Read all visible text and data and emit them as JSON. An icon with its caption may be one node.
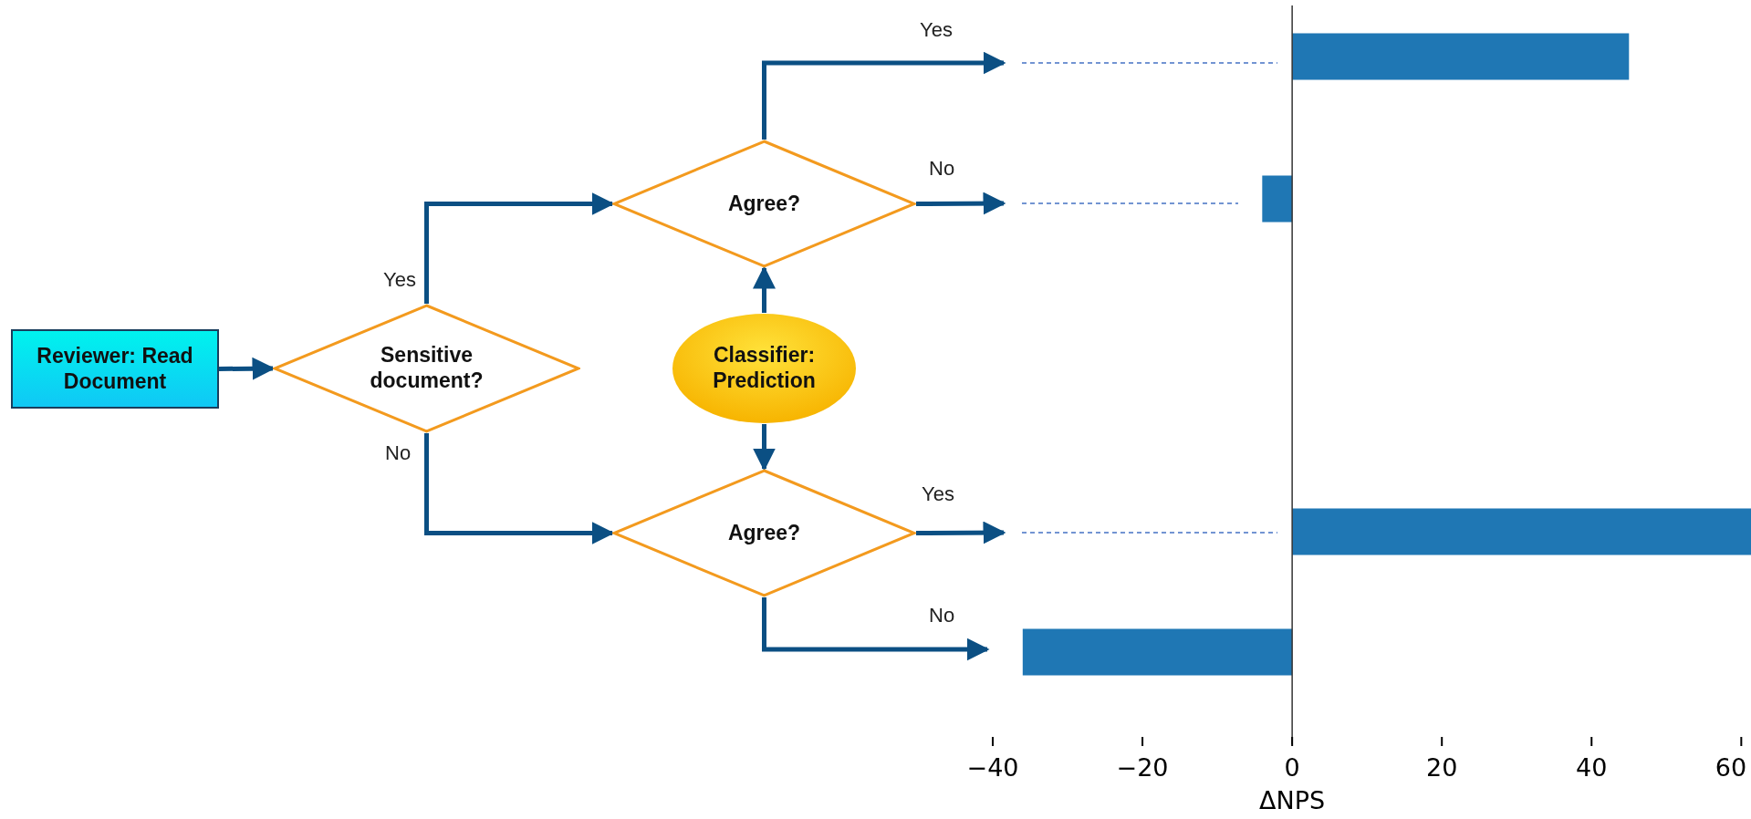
{
  "diagram": {
    "nodes": [
      {
        "text": [
          "Reviewer: Read Document"
        ]
      },
      {
        "text": [
          "Sensitive document?"
        ]
      },
      {
        "text": [
          "Agree?"
        ]
      },
      {
        "text": [
          "Classifier: Prediction"
        ]
      },
      {
        "text": [
          "Agree?"
        ]
      }
    ],
    "edges": [
      {
        "from": 0,
        "to": 1,
        "arrow": "to"
      },
      {
        "from": 1,
        "to": 2,
        "label": "Yes",
        "arrow": "to"
      },
      {
        "from": 1,
        "to": 4,
        "label": "No",
        "arrow": "to"
      },
      {
        "from": 3,
        "to": 2,
        "arrow": "to"
      },
      {
        "from": 3,
        "to": 4,
        "arrow": "to"
      },
      {
        "from": 2,
        "to": null,
        "label": "Yes",
        "arrow": "to"
      },
      {
        "from": 2,
        "to": null,
        "label": "No",
        "arrow": "to"
      },
      {
        "from": 4,
        "to": null,
        "label": "Yes",
        "arrow": "to"
      },
      {
        "from": 4,
        "to": null,
        "label": "No",
        "arrow": "to"
      }
    ],
    "chart_data": {
      "type": "bar",
      "orientation": "horizontal",
      "xlabel": "ΔNPS",
      "series": [
        {
          "color": "#1f77b4",
          "values": [
            45,
            -4,
            61.3,
            -36
          ]
        }
      ],
      "xlim": [
        -40,
        61.3
      ],
      "xticks": [
        {
          "value": -40,
          "label": "−40"
        },
        {
          "value": -20,
          "label": "−20"
        },
        0,
        20,
        40,
        60
      ]
    }
  }
}
